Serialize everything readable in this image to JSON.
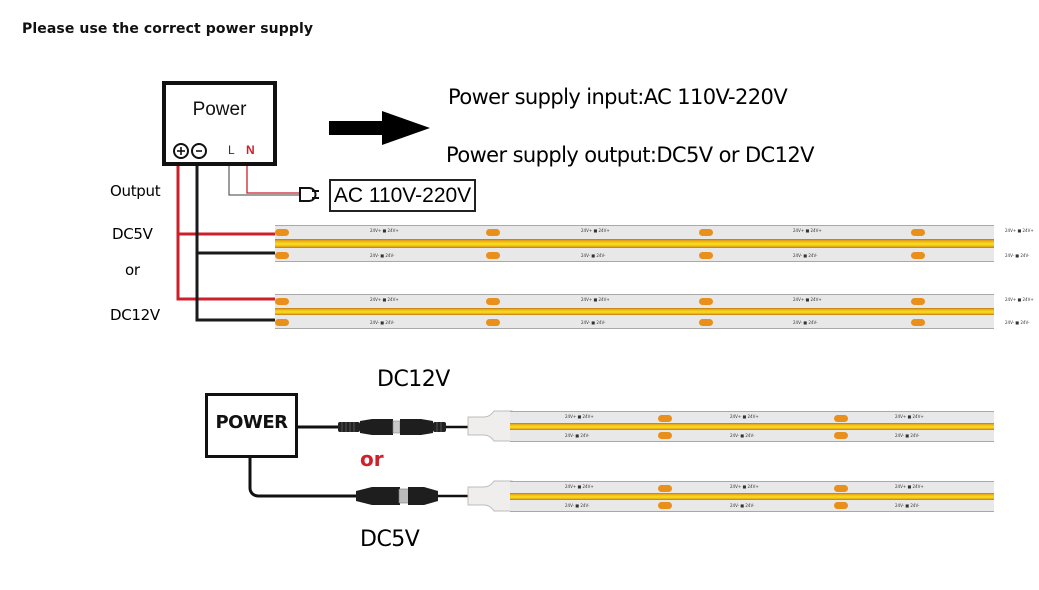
{
  "heading": "Please use the correct power supply",
  "top_diagram": {
    "power_box_label": "Power",
    "terminals": {
      "positive": "+",
      "negative": "-",
      "line": "L",
      "neutral": "N"
    },
    "input_text": "Power supply input:AC 110V-220V",
    "output_text": "Power supply output:DC5V or DC12V",
    "ac_label": "AC 110V-220V",
    "side_labels": [
      "Output",
      "DC5V",
      "or",
      "DC12V"
    ],
    "strip_markings": {
      "positive": "24V+",
      "negative": "24V-"
    }
  },
  "bottom_diagram": {
    "power_box_label": "POWER",
    "label_top": "DC12V",
    "label_or": "or",
    "label_bottom": "DC5V",
    "connector_top": "dc-barrel-connector",
    "connector_bottom": "usb-connector"
  },
  "colors": {
    "positive_wire": "#cc1f2a",
    "negative_wire": "#1a1a1a",
    "neutral_text": "#d0202a",
    "or_text": "#d0202a",
    "strip_body": "#e9e8e8",
    "strip_light": "#f5d21a",
    "pad": "#e88f1c"
  }
}
